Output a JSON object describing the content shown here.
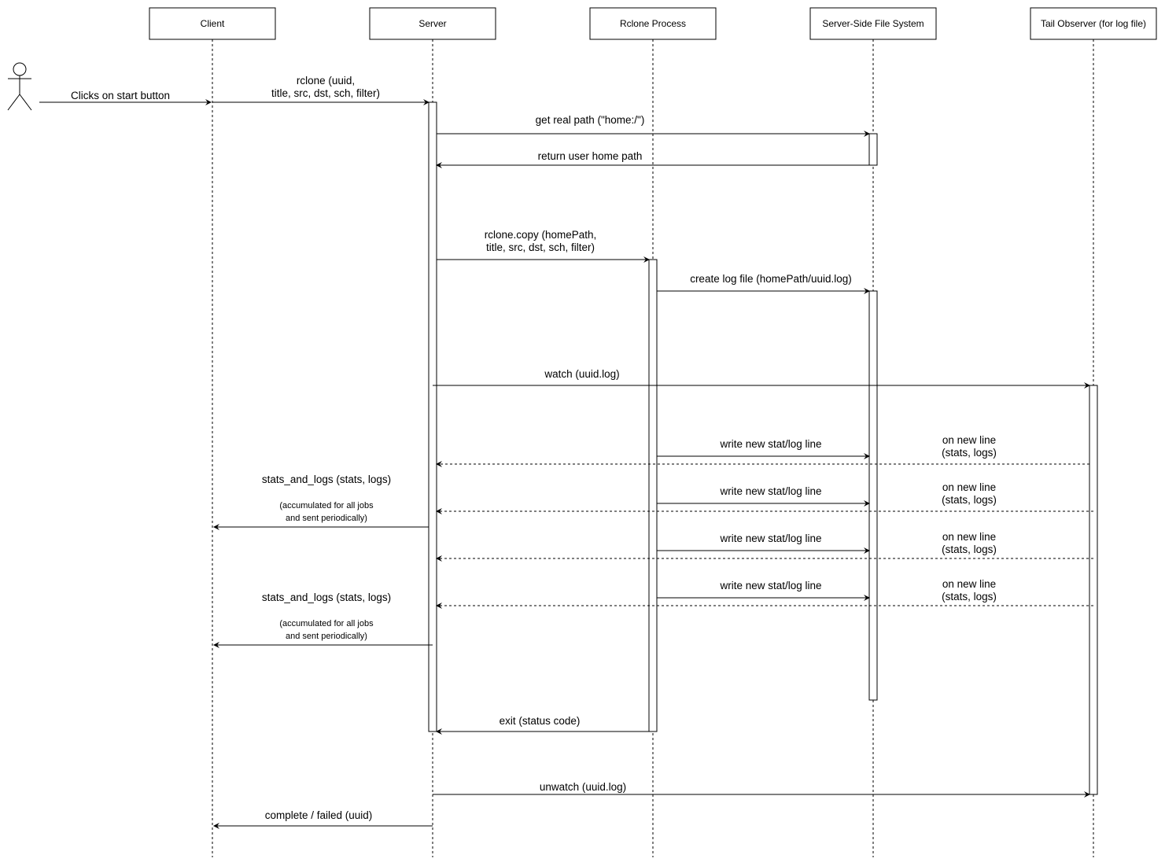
{
  "participants": [
    "Client",
    "Server",
    "Rclone Process",
    "Server-Side File System",
    "Tail Observer (for log file)"
  ],
  "messages": {
    "click_start": "Clicks on start button",
    "rclone_call": [
      "rclone (uuid,",
      "title, src, dst, sch, filter)"
    ],
    "get_real_path": "get real path (\"home:/\")",
    "return_home": "return user home path",
    "rclone_copy": [
      "rclone.copy (homePath,",
      "title, src, dst, sch, filter)"
    ],
    "create_log": "create log file (homePath/uuid.log)",
    "watch": "watch (uuid.log)",
    "write_line": "write new stat/log line",
    "on_new_line": [
      "on new line",
      "(stats, logs)"
    ],
    "stats_and_logs": "stats_and_logs (stats, logs)",
    "accumulated_note": [
      "(accumulated for all jobs",
      "and sent periodically)"
    ],
    "exit": "exit (status code)",
    "unwatch": "unwatch (uuid.log)",
    "complete": "complete / failed (uuid)"
  }
}
